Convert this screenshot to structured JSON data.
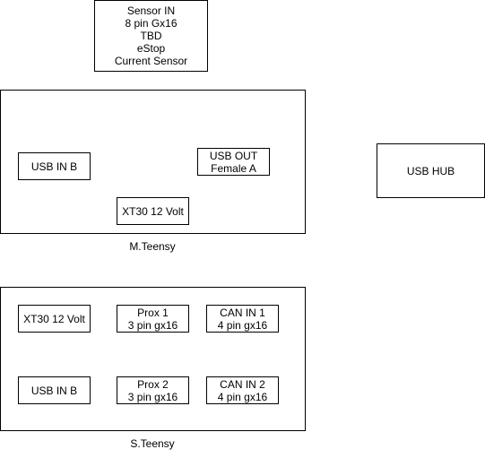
{
  "sensor_in": {
    "lines": [
      "Sensor IN",
      "8 pin Gx16",
      "TBD",
      "eStop",
      "Current Sensor"
    ]
  },
  "m_teensy": {
    "label": "M.Teensy",
    "usb_in": "USB IN B",
    "usb_out": [
      "USB OUT",
      "Female A"
    ],
    "xt30": "XT30 12 Volt"
  },
  "usb_hub": {
    "label": "USB HUB"
  },
  "s_teensy": {
    "label": "S.Teensy",
    "xt30": "XT30 12 Volt",
    "usb_in": "USB IN B",
    "prox1": [
      "Prox 1",
      "3 pin gx16"
    ],
    "prox2": [
      "Prox 2",
      "3 pin gx16"
    ],
    "can1": [
      "CAN IN 1",
      "4 pin gx16"
    ],
    "can2": [
      "CAN IN 2",
      "4 pin gx16"
    ]
  }
}
